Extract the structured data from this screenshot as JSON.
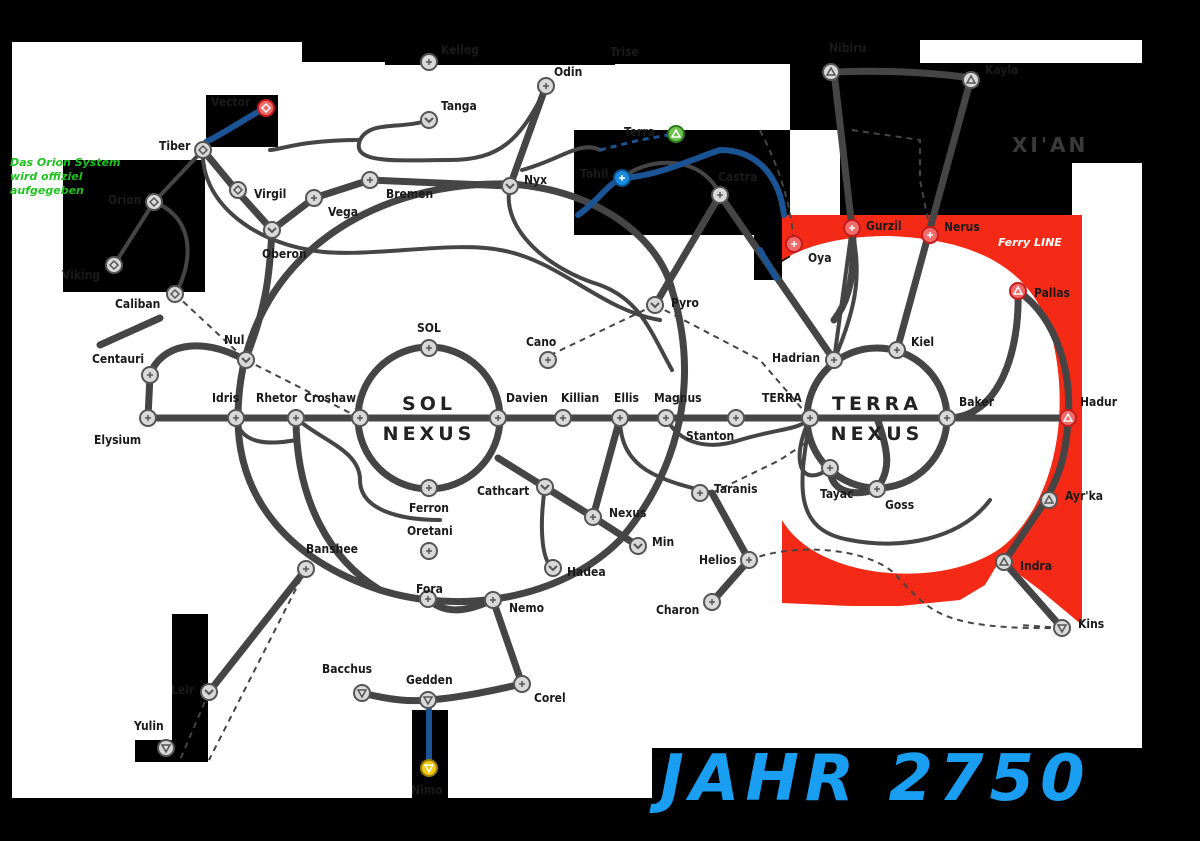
{
  "hubs": {
    "sol": {
      "line1": "SOL",
      "line2": "NEXUS"
    },
    "terra": {
      "line1": "TERRA",
      "line2": "NEXUS"
    }
  },
  "factions": {
    "xian": "XI'AN"
  },
  "ferry_label": "Ferry LINE",
  "notice": {
    "line1": "Das Orion System",
    "line2": "wird offiziel",
    "line3": "aufgegeben"
  },
  "year": "JAHR 2750",
  "colors": {
    "background": "#000000",
    "panel": "#ffffff",
    "route": "#454545",
    "ferry_zone": "#f42a16",
    "blue_route": "#1b5494",
    "year_text": "#1a9ef2",
    "notice_text": "#1ec21e"
  },
  "stations": {
    "kellog": "Kellog",
    "trise": "Trise",
    "odin": "Odin",
    "nibiru": "Nibiru",
    "kayla": "Kayla",
    "vector": "Vector",
    "tiber": "Tiber",
    "orion": "Orion",
    "viking": "Viking",
    "caliban": "Caliban",
    "virgil": "Virgil",
    "vega": "Vega",
    "oberon": "Oberon",
    "bremen": "Bremen",
    "tanga": "Tanga",
    "nyx": "Nyx",
    "terra_north": "Terra",
    "tohil": "Tohil",
    "castra": "Castra",
    "gurzil": "Gurzil",
    "nerus": "Nerus",
    "oya": "Oya",
    "pallas": "Pallas",
    "pyro": "Pyro",
    "cano": "Cano",
    "sol": "SOL",
    "nul": "Nul",
    "centauri": "Centauri",
    "elysium": "Elysium",
    "idris": "Idris",
    "rhetor": "Rhetor",
    "croshaw": "Croshaw",
    "davien": "Davien",
    "killian": "Killian",
    "ellis": "Ellis",
    "magnus": "Magnus",
    "stanton": "Stanton",
    "terra": "TERRA",
    "hadrian": "Hadrian",
    "kiel": "Kiel",
    "baker": "Baker",
    "hadur": "Hadur",
    "tayac": "Tayac",
    "goss": "Goss",
    "taranis": "Taranis",
    "cathcart": "Cathcart",
    "nexus": "Nexus",
    "min": "Min",
    "ferron": "Ferron",
    "oretani": "Oretani",
    "helios": "Helios",
    "charon": "Charon",
    "hadea": "Hadea",
    "ayrka": "Ayr'ka",
    "indra": "Indra",
    "kins": "Kins",
    "banshee": "Banshee",
    "fora": "Fora",
    "nemo": "Nemo",
    "bacchus": "Bacchus",
    "gedden": "Gedden",
    "corel": "Corel",
    "leir": "Leir",
    "yulin": "Yulin",
    "nimo": "Nimo"
  }
}
